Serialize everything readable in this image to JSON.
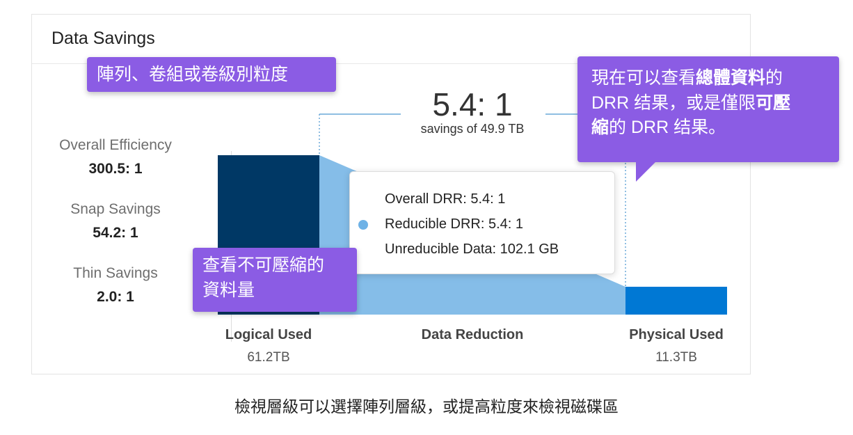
{
  "card": {
    "title": "Data Savings"
  },
  "stats": [
    {
      "label": "Overall Efficiency",
      "value": "300.5: 1"
    },
    {
      "label": "Snap Savings",
      "value": "54.2: 1"
    },
    {
      "label": "Thin Savings",
      "value": "2.0: 1"
    }
  ],
  "summary": {
    "ratio": "5.4: 1",
    "savings": "savings of 49.9 TB"
  },
  "columns": [
    {
      "label": "Logical Used",
      "value": "61.2TB"
    },
    {
      "label": "Data Reduction",
      "value": ""
    },
    {
      "label": "Physical Used",
      "value": "11.3TB"
    }
  ],
  "tooltip": {
    "overall": "Overall DRR: 5.4: 1",
    "reducible": "Reducible DRR: 5.4: 1",
    "unreducible": "Unreducible Data: 102.1 GB"
  },
  "callouts": {
    "granularity": "陣列、卷組或卷級別粒度",
    "drr_1a": "現在可以查看",
    "drr_1b": "總體資料",
    "drr_1c": "的",
    "drr_2a": "DRR 结果，或是僅限",
    "drr_2b": "可壓",
    "drr_3a": "縮",
    "drr_3b": "的 DRR 结果。",
    "uncompressed_1": "查看不可壓縮的",
    "uncompressed_2": "資料量"
  },
  "caption": "檢視層級可以選擇陣列層級，或提高粒度來檢視磁碟區",
  "colors": {
    "logical": "#003865",
    "reduction": "#85bde8",
    "physical": "#0078d4",
    "callout": "#8b5ce4"
  }
}
